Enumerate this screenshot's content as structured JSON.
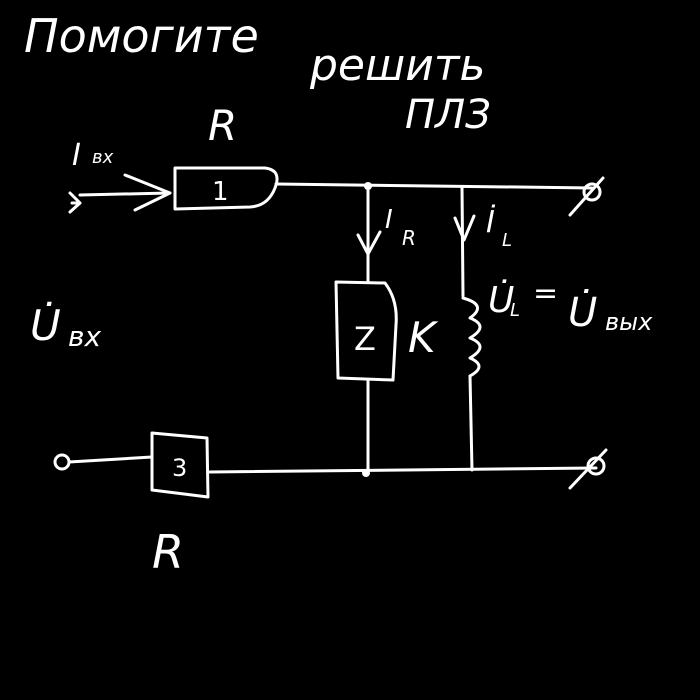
{
  "title_line1": "Помогите",
  "title_line2": "решить",
  "title_line3": "ПЛЗ",
  "components": {
    "r1": {
      "label": "R",
      "number": "1"
    },
    "z2": {
      "label": "K",
      "number": "Z"
    },
    "r3": {
      "label": "R",
      "number": "3"
    }
  },
  "labels": {
    "i_in": "I",
    "i_in_sub": "вх",
    "i_r": "I",
    "i_r_sub": "R",
    "i_l": "İ",
    "i_l_sub": "L",
    "u_in": "U̇",
    "u_in_sub": "вх",
    "u_l": "U̇",
    "u_l_sub": "L",
    "u_eq": "=",
    "u_out": "U̇",
    "u_out_sub": "вых"
  },
  "colors": {
    "background": "#000000",
    "stroke": "#ffffff"
  }
}
